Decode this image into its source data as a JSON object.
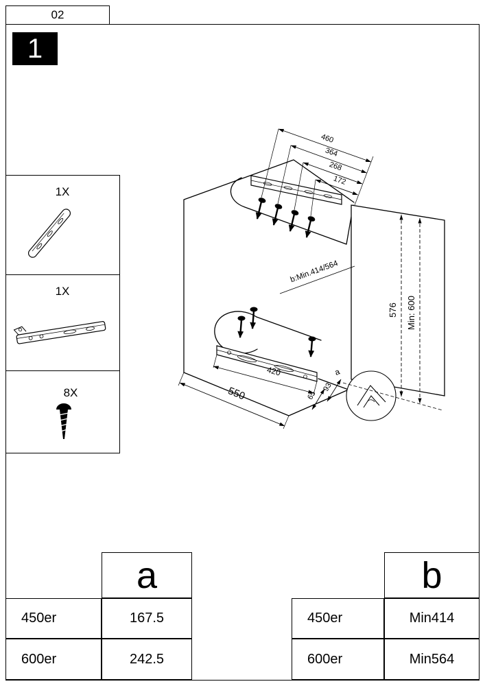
{
  "page": {
    "number": "02",
    "step": "1"
  },
  "parts": [
    {
      "qty": "1X",
      "name": "mounting-rail"
    },
    {
      "qty": "1X",
      "name": "drawer-slide"
    },
    {
      "qty": "8X",
      "name": "screw"
    }
  ],
  "drawing": {
    "dim_460": "460",
    "dim_364": "364",
    "dim_268": "268",
    "dim_172": "172",
    "dim_550": "550",
    "dim_420": "420",
    "dim_65": "65",
    "dim_93": "93",
    "dim_a": "a",
    "dim_576": "576",
    "dim_min600": "Min: 600",
    "label_b": "b:Min.414/564"
  },
  "table_a": {
    "header": "a",
    "rows": [
      {
        "size": "450er",
        "value": "167.5"
      },
      {
        "size": "600er",
        "value": "242.5"
      }
    ]
  },
  "table_b": {
    "header": "b",
    "rows": [
      {
        "size": "450er",
        "value": "Min414"
      },
      {
        "size": "600er",
        "value": "Min564"
      }
    ]
  }
}
